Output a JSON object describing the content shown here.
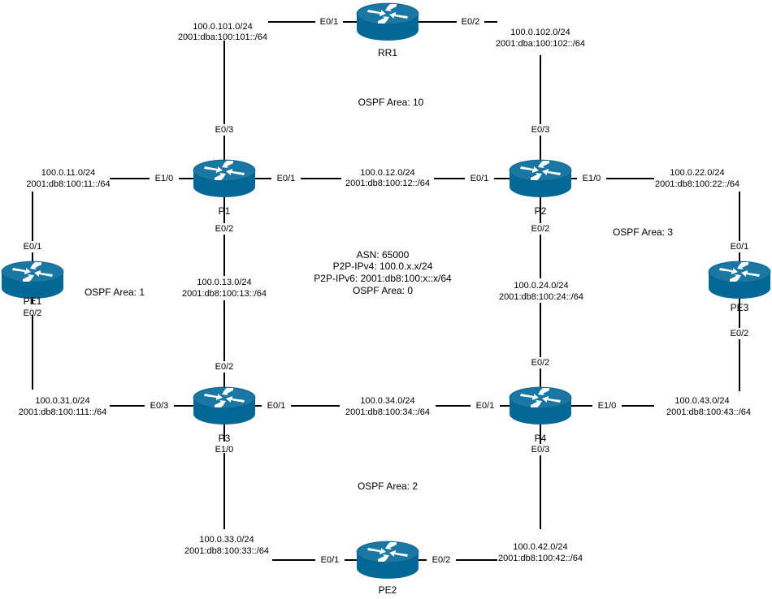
{
  "colors": {
    "router_body": "#036895",
    "router_top": "#1a76a3",
    "link": "#000000"
  },
  "routers": {
    "rr1": {
      "name": "RR1",
      "icon": "router-icon"
    },
    "p1": {
      "name": "P1",
      "icon": "router-icon"
    },
    "p2": {
      "name": "P2",
      "icon": "router-icon"
    },
    "p3": {
      "name": "P3",
      "icon": "router-icon"
    },
    "p4": {
      "name": "P4",
      "icon": "router-icon"
    },
    "pe1": {
      "name": "PE1",
      "icon": "router-icon"
    },
    "pe2": {
      "name": "PE2",
      "icon": "router-icon"
    },
    "pe3": {
      "name": "PE3",
      "icon": "router-icon"
    }
  },
  "links": {
    "rr1_p1": {
      "v4": "100.0.101.0/24",
      "v6": "2001:dba:100:101::/64",
      "if_a": "E0/1",
      "if_b": "E0/3"
    },
    "rr1_p2": {
      "v4": "100.0.102.0/24",
      "v6": "2001:dba:100:102::/64",
      "if_a": "E0/2",
      "if_b": "E0/3"
    },
    "p1_p2": {
      "v4": "100.0.12.0/24",
      "v6": "2001:db8:100:12::/64",
      "if_a": "E0/1",
      "if_b": "E0/1"
    },
    "p1_pe1": {
      "v4": "100.0.11.0/24",
      "v6": "2001:db8:100:11::/64",
      "if_a": "E1/0",
      "if_b": "E0/1"
    },
    "p2_pe3": {
      "v4": "100.0.22.0/24",
      "v6": "2001:db8:100:22::/64",
      "if_a": "E1/0",
      "if_b": "E0/1"
    },
    "p1_p3": {
      "v4": "100.0.13.0/24",
      "v6": "2001:db8:100:13::/64",
      "if_a": "E0/2",
      "if_b": "E0/2"
    },
    "p2_p4": {
      "v4": "100.0.24.0/24",
      "v6": "2001:db8:100:24::/64",
      "if_a": "E0/2",
      "if_b": "E0/2"
    },
    "pe1_p3": {
      "v4": "100.0.31.0/24",
      "v6": "2001:db8:100:111::/64",
      "if_a": "E0/2",
      "if_b": "E0/3"
    },
    "p3_p4": {
      "v4": "100.0.34.0/24",
      "v6": "2001:db8:100:34::/64",
      "if_a": "E0/1",
      "if_b": "E0/1"
    },
    "p4_pe3": {
      "v4": "100.0.43.0/24",
      "v6": "2001:db8:100:43::/64",
      "if_a": "E1/0",
      "if_b": "E0/2"
    },
    "p3_pe2": {
      "v4": "100.0.33.0/24",
      "v6": "2001:db8:100:33::/64",
      "if_a": "E1/0",
      "if_b": "E0/1"
    },
    "p4_pe2": {
      "v4": "100.0.42.0/24",
      "v6": "2001:db8:100:42::/64",
      "if_a": "E0/3",
      "if_b": "E0/2"
    }
  },
  "areas": {
    "area10": "OSPF Area: 10",
    "area1": "OSPF Area: 1",
    "area3": "OSPF Area: 3",
    "area2": "OSPF Area: 2"
  },
  "core_info": {
    "asn": "ASN: 65000",
    "p2p_v4": "P2P-IPv4: 100.0.x.x/24",
    "p2p_v6": "P2P-IPv6: 2001:db8:100:x::x/64",
    "area": "OSPF Area: 0"
  }
}
